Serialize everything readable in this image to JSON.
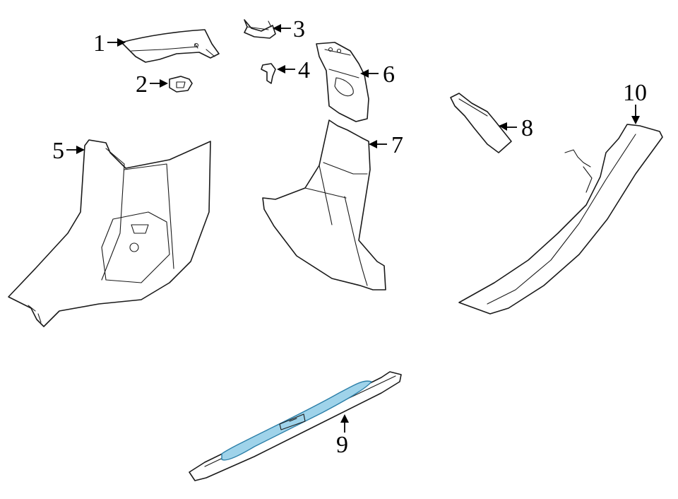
{
  "callouts": [
    {
      "id": "1",
      "label": "1"
    },
    {
      "id": "2",
      "label": "2"
    },
    {
      "id": "3",
      "label": "3"
    },
    {
      "id": "4",
      "label": "4"
    },
    {
      "id": "5",
      "label": "5"
    },
    {
      "id": "6",
      "label": "6"
    },
    {
      "id": "7",
      "label": "7"
    },
    {
      "id": "8",
      "label": "8"
    },
    {
      "id": "9",
      "label": "9"
    },
    {
      "id": "10",
      "label": "10"
    }
  ],
  "colors": {
    "line": "#1a1a1a",
    "highlight_fill": "#9fd3ea",
    "highlight_stroke": "#2c7fa8"
  }
}
